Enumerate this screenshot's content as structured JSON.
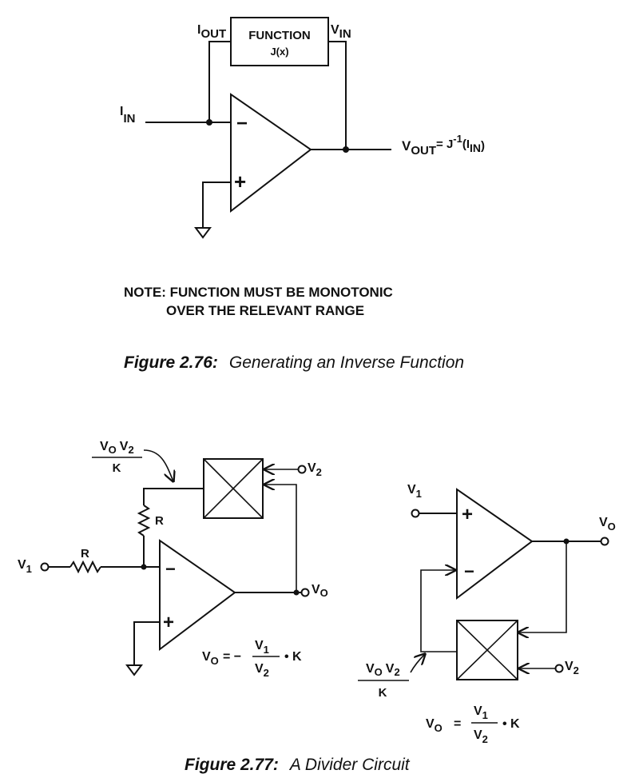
{
  "figure_276": {
    "i_out": "I",
    "i_out_sub": "OUT",
    "v_in": "V",
    "v_in_sub": "IN",
    "function_line1": "FUNCTION",
    "function_line2": "J(x)",
    "i_in": "I",
    "i_in_sub": "IN",
    "opamp_minus": "−",
    "opamp_plus": "+",
    "vout_v": "V",
    "vout_sub": "OUT",
    "vout_eq": "= J",
    "vout_sup": "-1",
    "vout_arg_open": "(I",
    "vout_arg_sub": "IN",
    "vout_arg_close": ")",
    "note_line1": "NOTE:  FUNCTION MUST BE MONOTONIC",
    "note_line2": "OVER THE RELEVANT RANGE",
    "caption_bold": "Figure 2.76:",
    "caption_text": "Generating an Inverse Function"
  },
  "figure_277": {
    "left": {
      "fb_num_v": "V",
      "fb_num_o": "O",
      "fb_num_v2": "V",
      "fb_num_2": "2",
      "fb_den": "K",
      "v2": "V",
      "v2_sub": "2",
      "r_top": "R",
      "r_in": "R",
      "v1": "V",
      "v1_sub": "1",
      "vo": "V",
      "vo_sub": "O",
      "minus": "−",
      "plus": "+",
      "eq_lhs_v": "V",
      "eq_lhs_sub": "O",
      "eq_sign": "= −",
      "eq_num_v": "V",
      "eq_num_sub": "1",
      "eq_den_v": "V",
      "eq_den_sub": "2",
      "eq_k": "• K"
    },
    "right": {
      "v1": "V",
      "v1_sub": "1",
      "vo": "V",
      "vo_sub": "O",
      "plus": "+",
      "minus": "−",
      "fb_num_v": "V",
      "fb_num_o": "O",
      "fb_num_v2": "V",
      "fb_num_2": "2",
      "fb_den": "K",
      "v2": "V",
      "v2_sub": "2",
      "eq_lhs_v": "V",
      "eq_lhs_sub": "O",
      "eq_sign": "=",
      "eq_num_v": "V",
      "eq_num_sub": "1",
      "eq_den_v": "V",
      "eq_den_sub": "2",
      "eq_k": "• K"
    },
    "caption_bold": "Figure 2.77:",
    "caption_text": "A Divider Circuit"
  }
}
